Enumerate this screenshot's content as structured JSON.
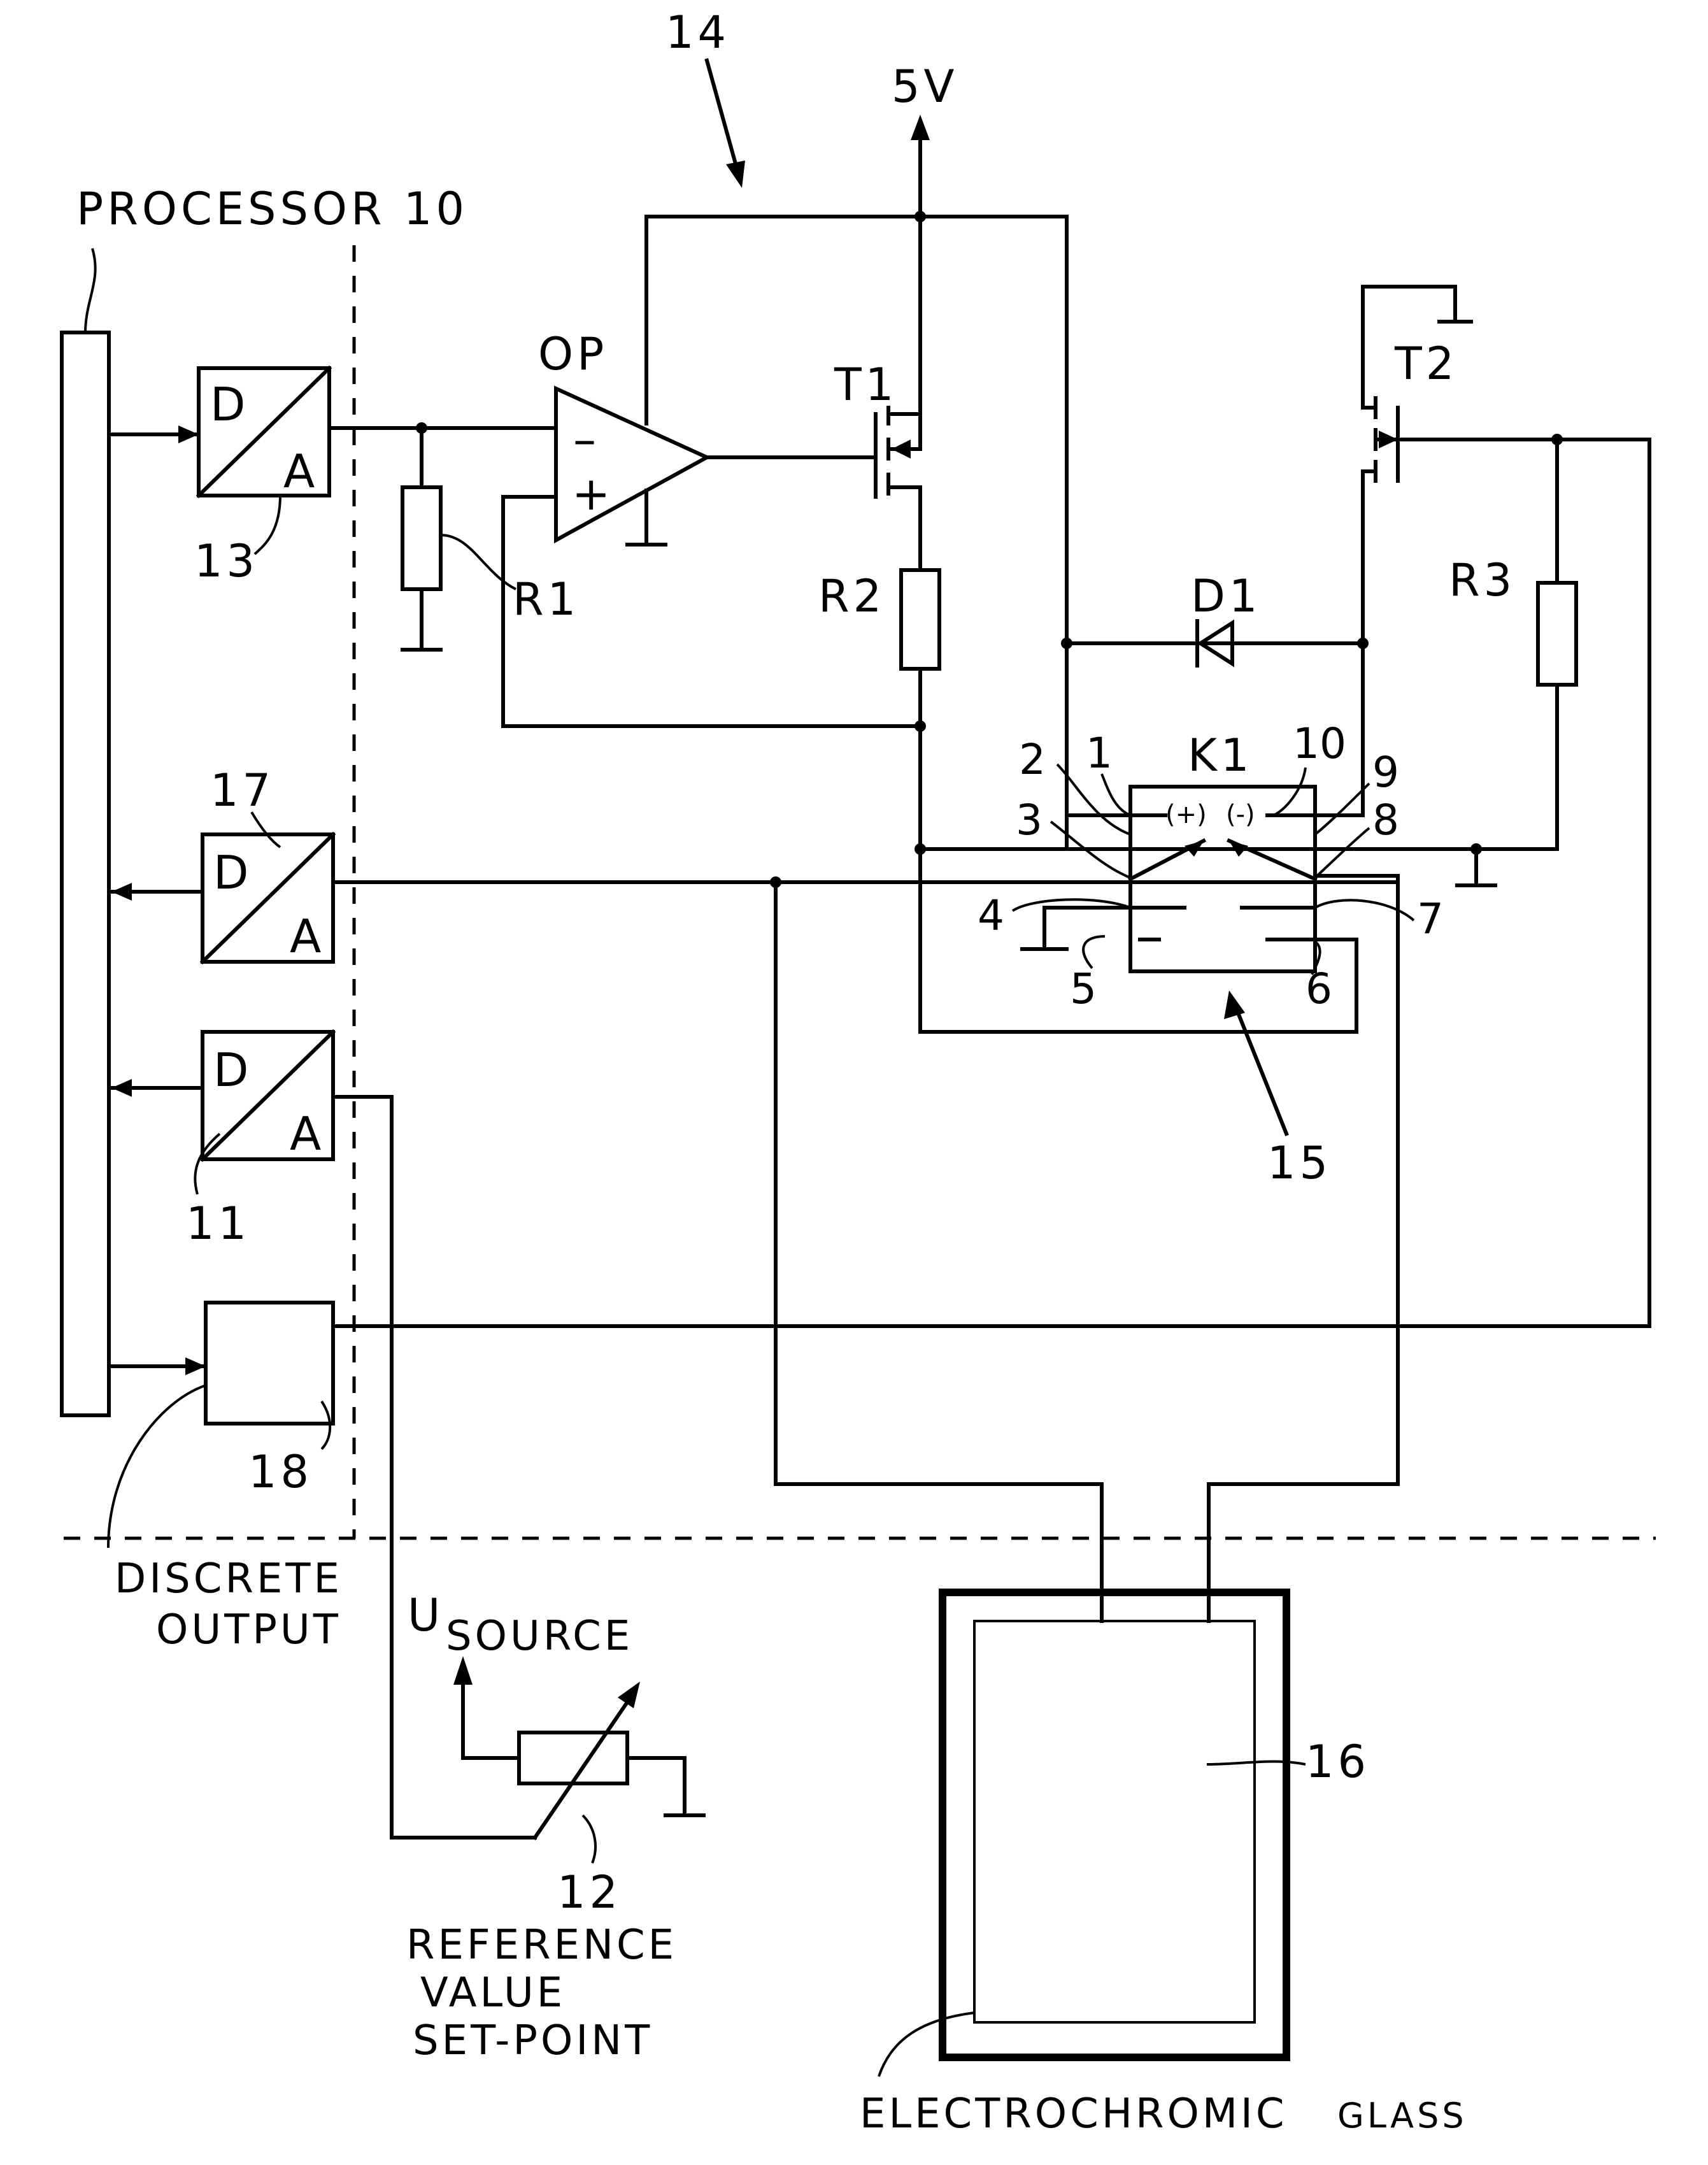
{
  "labels": {
    "figure_ref": "14",
    "supply": "5V",
    "processor": "PROCESSOR 10",
    "op_amp": "OP",
    "minus": "–",
    "plus": "+",
    "t1": "T1",
    "t2": "T2",
    "r1": "R1",
    "r2": "R2",
    "r3": "R3",
    "d1": "D1",
    "relay": "K1",
    "relay_plus": "(+)",
    "relay_minus": "(-)",
    "dac13": "13",
    "adc17": "17",
    "adc11": "11",
    "output18": "18",
    "switch15": "15",
    "glass16": "16",
    "ref12": "12",
    "discrete_output_1": "DISCRETE",
    "discrete_output_2": "OUTPUT",
    "u_source_u": "U",
    "u_source_sub": "SOURCE",
    "reference_1": "REFERENCE",
    "reference_2": "VALUE",
    "reference_3": "SET-POINT",
    "glass_a": "ELECTROCHROMIC",
    "glass_b": "GLASS",
    "converter_d": "D",
    "converter_a": "A"
  },
  "relay_pins": [
    "1",
    "2",
    "3",
    "4",
    "5",
    "6",
    "7",
    "8",
    "9",
    "10"
  ]
}
